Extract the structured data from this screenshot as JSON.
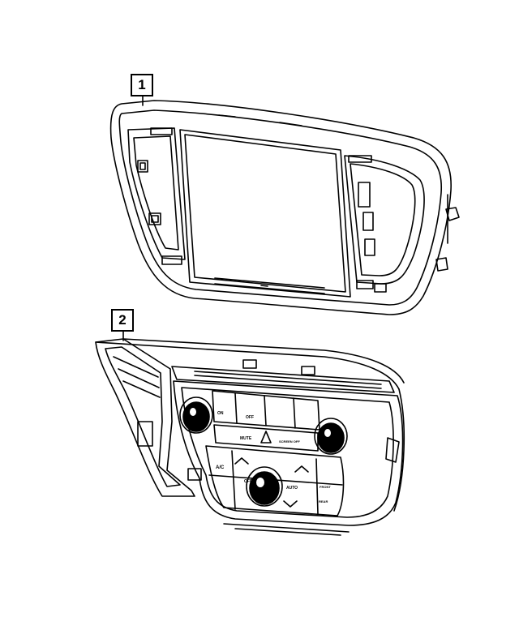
{
  "callouts": [
    {
      "label": "1",
      "part": "bezel"
    },
    {
      "label": "2",
      "part": "control-panel"
    }
  ],
  "buttons": {
    "on": "ON",
    "off": "OFF",
    "mute": "MUTE",
    "screen_off": "SCREEN OFF",
    "ac": "A/C",
    "auto": "AUTO",
    "front": "FRONT",
    "rear": "REAR",
    "off_fan": "OFF"
  },
  "colors": {
    "line": "#000000",
    "background": "#ffffff"
  }
}
